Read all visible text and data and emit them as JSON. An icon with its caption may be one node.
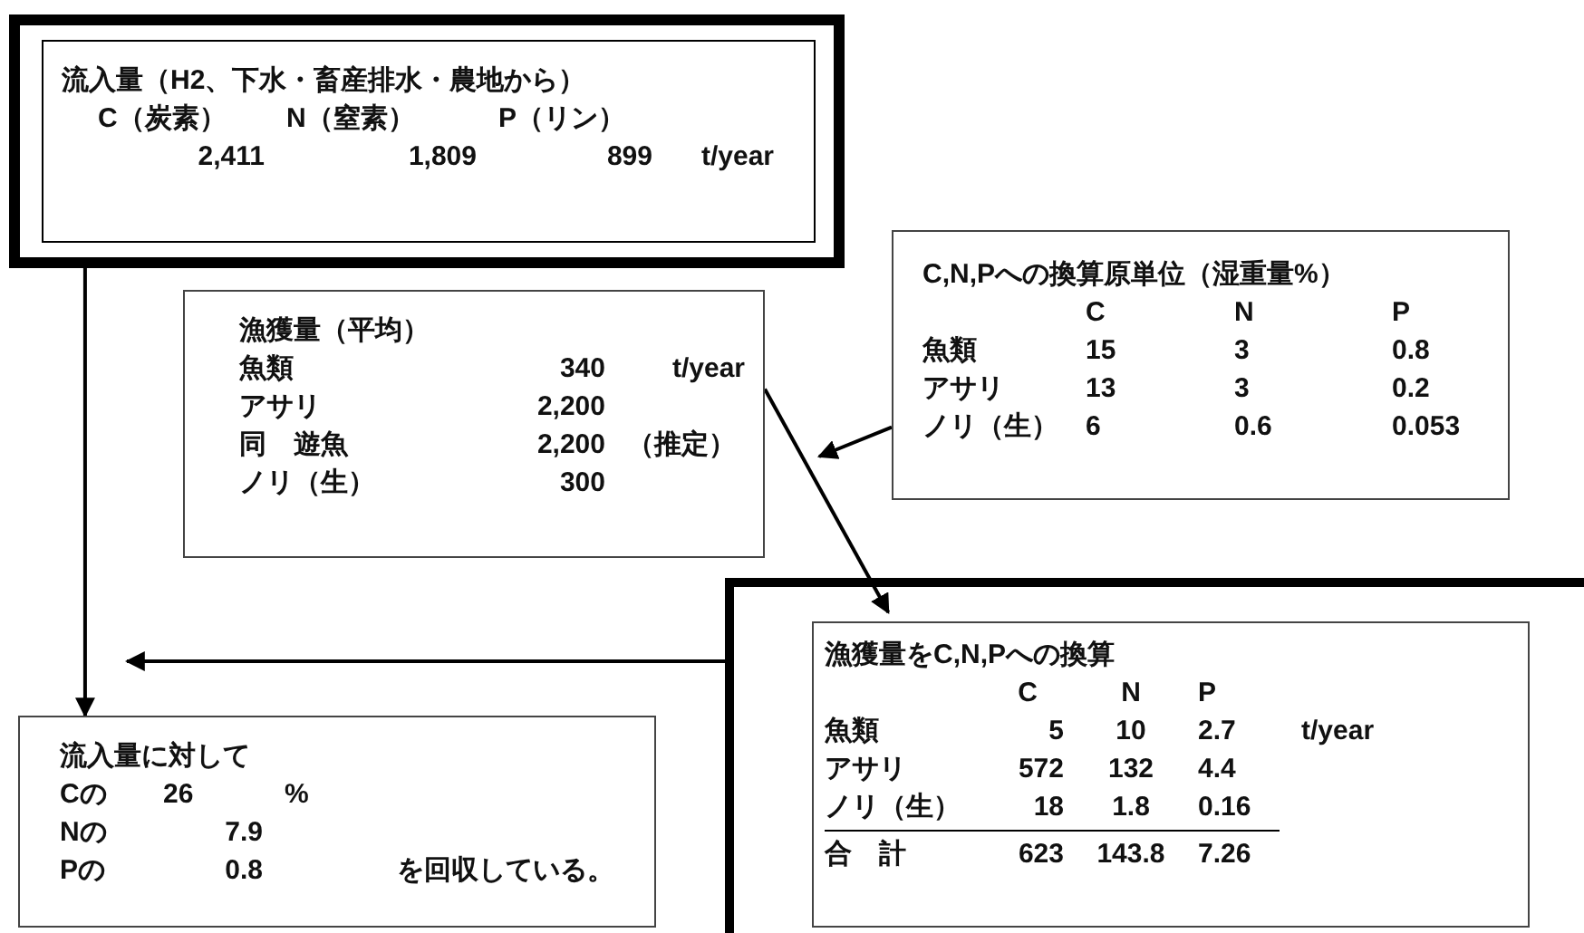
{
  "diagram": {
    "nodes": [
      {
        "text": [
          "流入量（H2、下水・畜産排水・農地から）",
          "C（炭素）",
          "N（窒素）",
          "P（リン）",
          "2,411",
          "1,809",
          "899",
          "t/year"
        ]
      },
      {
        "text": [
          "漁獲量（平均）",
          "魚類",
          "340",
          "t/year",
          "アサリ",
          "2,200",
          "同　遊魚",
          "2,200",
          "（推定）",
          "ノリ（生）",
          "300"
        ]
      },
      {
        "text": [
          "C,N,Pへの換算原単位（湿重量%）",
          "C",
          "N",
          "P",
          "魚類",
          "15",
          "3",
          "0.8",
          "アサリ",
          "13",
          "3",
          "0.2",
          "ノリ（生）",
          "6",
          "0.6",
          "0.053"
        ]
      },
      {
        "text": [],
        "shape": "box"
      },
      {
        "text": [
          "漁獲量をC,N,Pへの換算",
          "C",
          "N",
          "P",
          "魚類",
          "5",
          "10",
          "2.7",
          "t/year",
          "アサリ",
          "572",
          "132",
          "4.4",
          "ノリ（生）",
          "18",
          "1.8",
          "0.16",
          "合　計",
          "623",
          "143.8",
          "7.26"
        ],
        "in": 3
      },
      {
        "text": [
          "流入量に対して",
          "Cの",
          "26",
          "%",
          "Nの",
          "7.9",
          "Pの",
          "0.8",
          "を回収している。"
        ]
      }
    ],
    "edges": [
      {
        "from": 0,
        "to": 5,
        "arrow": "to"
      },
      {
        "from": 1,
        "to": 4,
        "arrow": "to"
      },
      {
        "from": 2,
        "to": null,
        "arrow": "to"
      },
      {
        "from": 3,
        "to": null,
        "arrow": "to"
      }
    ]
  }
}
